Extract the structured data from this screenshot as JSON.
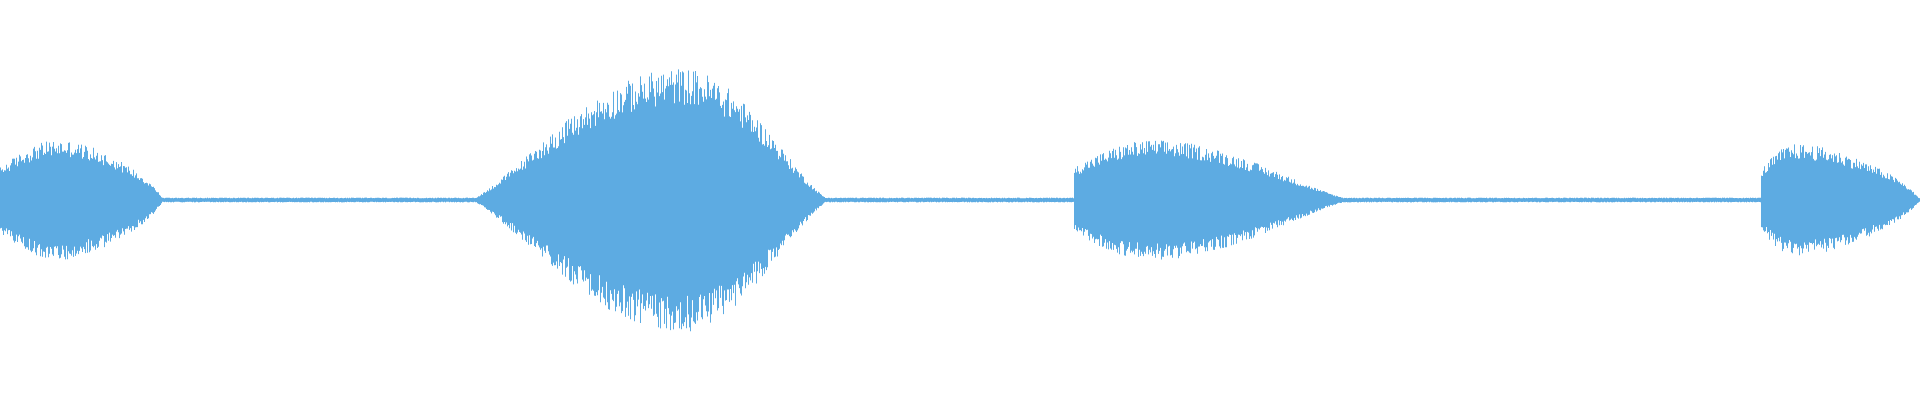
{
  "waveform": {
    "color": "#5dabe2",
    "background": "#ffffff",
    "baseline_amplitude": 0.012,
    "segments": [
      {
        "start": 0.0,
        "end": 0.085,
        "peak": 0.3,
        "peak_at": 0.03,
        "attack_sharp": true,
        "release_sharp": true
      },
      {
        "start": 0.245,
        "end": 0.432,
        "peak": 0.66,
        "peak_at": 0.355,
        "attack_sharp": false,
        "release_sharp": false
      },
      {
        "start": 0.559,
        "end": 0.705,
        "peak": 0.3,
        "peak_at": 0.6,
        "attack_sharp": true,
        "release_sharp": false
      },
      {
        "start": 0.917,
        "end": 1.0,
        "peak": 0.28,
        "peak_at": 0.935,
        "attack_sharp": true,
        "release_sharp": true
      }
    ]
  }
}
